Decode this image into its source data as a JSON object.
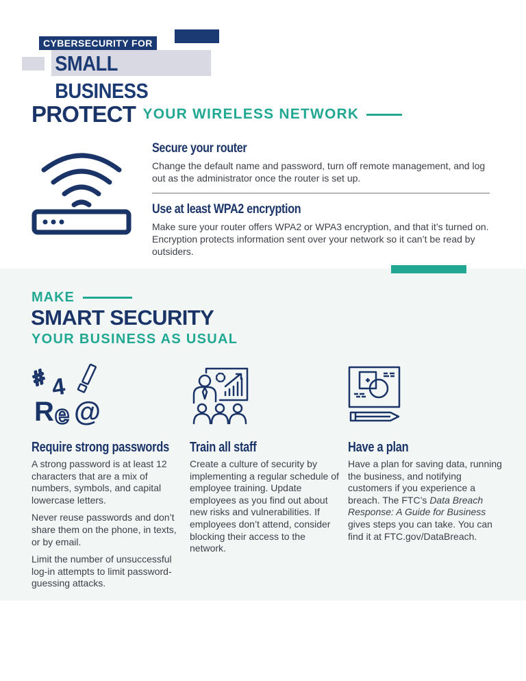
{
  "colors": {
    "navy": "#1b3468",
    "teal": "#22a892",
    "logo_gray": "#d8d9e3",
    "section_bg": "#f2f7f6",
    "divider": "#b5b5b5"
  },
  "logo": {
    "line1": "CYBERSECURITY FOR",
    "line2": "SMALL BUSINESS"
  },
  "protect": {
    "heading_big": "PROTECT",
    "heading_small": "YOUR WIRELESS NETWORK",
    "icon": "wifi-router-icon",
    "items": [
      {
        "title": "Secure your router",
        "body": "Change the default name and password, turn off remote management, and log out as the administrator once the router is set up."
      },
      {
        "title": "Use at least WPA2 encryption",
        "body": "Make sure your router offers WPA2 or WPA3 encryption, and that it’s turned on. Encryption protects information sent over your network so it can’t be read by outsiders."
      }
    ]
  },
  "smart": {
    "make": "MAKE",
    "title": "SMART SECURITY",
    "subtitle": "YOUR BUSINESS AS USUAL",
    "columns": [
      {
        "icon": "password-characters-icon",
        "title": "Require strong passwords",
        "paragraphs": [
          "A strong password is at least 12 characters that are a mix of numbers, symbols, and capital lowercase letters.",
          "Never reuse passwords and don’t share them on the phone, in texts, or by email.",
          "Limit the number of unsuccessful log-in attempts to limit password-guessing attacks."
        ]
      },
      {
        "icon": "staff-training-presentation-icon",
        "title": "Train all staff",
        "paragraphs": [
          "Create a culture of security by implementing a regular schedule of employee training. Update employees as you find out about new risks and vulnerabilities. If employees don’t attend, consider blocking their access to the network."
        ]
      },
      {
        "icon": "plan-board-pencil-icon",
        "title": "Have a plan",
        "p_before": "Have a plan for saving data, running the business, and notifying customers if you experience a breach. The FTC’s ",
        "p_italic": "Data Breach Response: A Guide for Business",
        "p_after": " gives steps you can take. You can find it at FTC.gov/DataBreach."
      }
    ]
  }
}
